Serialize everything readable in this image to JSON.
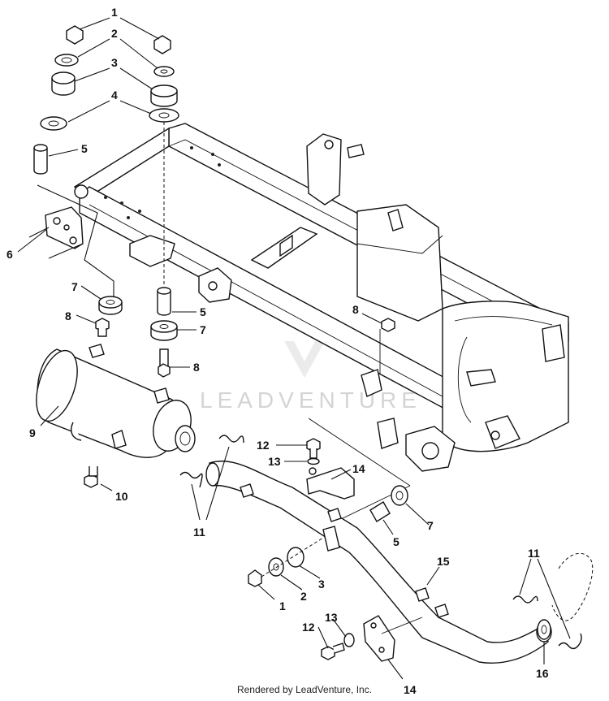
{
  "callouts": [
    "1",
    "2",
    "3",
    "4",
    "5",
    "6",
    "7",
    "8",
    "9",
    "10",
    "11",
    "12",
    "13",
    "14",
    "15",
    "16"
  ],
  "watermark": "LEADVENTURE",
  "footer": "Rendered by LeadVenture, Inc."
}
